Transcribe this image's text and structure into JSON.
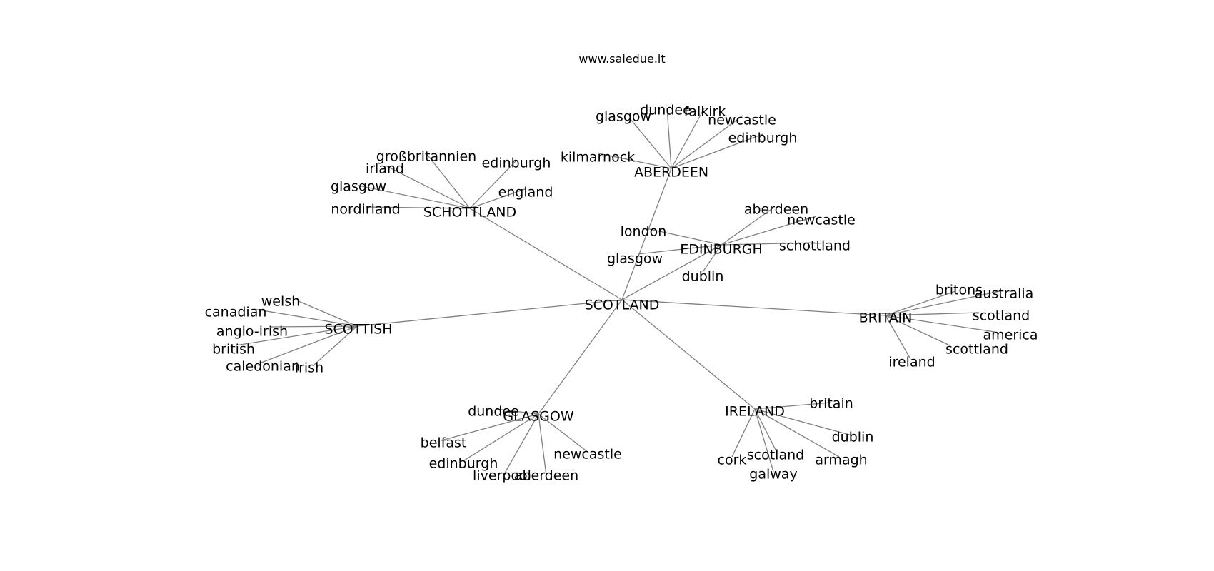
{
  "site": {
    "title": "www.saiedue.it"
  },
  "root": {
    "label": "SCOTLAND"
  },
  "hubs": [
    {
      "key": "aberdeen",
      "label": "ABERDEEN",
      "leaves": [
        "glasgow",
        "dundee",
        "falkirk",
        "newcastle",
        "edinburgh",
        "kilmarnock"
      ]
    },
    {
      "key": "schottland",
      "label": "SCHOTTLAND",
      "leaves": [
        "großbritannien",
        "edinburgh",
        "irland",
        "glasgow",
        "england",
        "nordirland"
      ]
    },
    {
      "key": "edinburgh",
      "label": "EDINBURGH",
      "leaves": [
        "aberdeen",
        "newcastle",
        "london",
        "schottland",
        "glasgow",
        "dublin"
      ]
    },
    {
      "key": "scottish",
      "label": "SCOTTISH",
      "leaves": [
        "welsh",
        "canadian",
        "anglo-irish",
        "british",
        "caledonian",
        "irish"
      ]
    },
    {
      "key": "britain",
      "label": "BRITAIN",
      "leaves": [
        "britons",
        "australia",
        "scotland",
        "america",
        "scottland",
        "ireland"
      ]
    },
    {
      "key": "glasgow",
      "label": "GLASGOW",
      "leaves": [
        "dundee",
        "belfast",
        "newcastle",
        "edinburgh",
        "liverpool",
        "aberdeen"
      ]
    },
    {
      "key": "ireland",
      "label": "IRELAND",
      "leaves": [
        "britain",
        "dublin",
        "cork",
        "scotland",
        "armagh",
        "galway"
      ]
    }
  ]
}
